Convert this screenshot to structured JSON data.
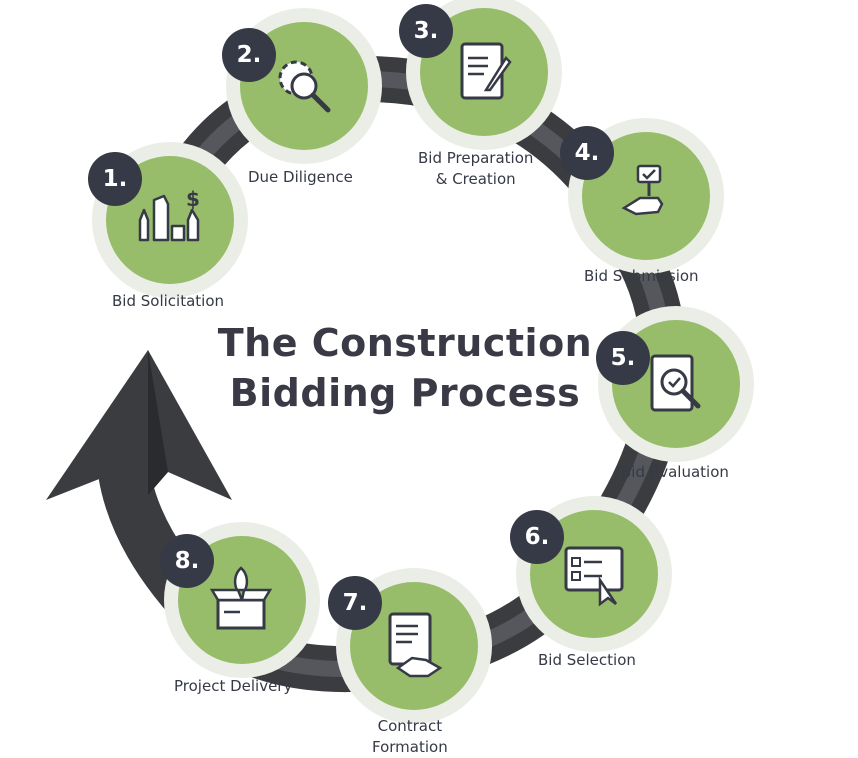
{
  "title": {
    "line1": "The Construction",
    "line2": "Bidding Process"
  },
  "colors": {
    "ring_dark": "#3b3c40",
    "ring_mid": "#55575c",
    "step_disc": "#97bd6a",
    "step_halo": "#ebeee6",
    "badge": "#363a46",
    "text": "#363a46"
  },
  "steps": [
    {
      "number": "1.",
      "label": "Bid Solicitation",
      "icon": "raised-hands-dollar-icon"
    },
    {
      "number": "2.",
      "label": "Due Diligence",
      "icon": "gear-magnifier-icon"
    },
    {
      "number": "3.",
      "label_lines": [
        "Bid Preparation",
        "& Creation"
      ],
      "icon": "scroll-quill-icon"
    },
    {
      "number": "4.",
      "label": "Bid Submission",
      "icon": "hand-holding-sign-icon"
    },
    {
      "number": "5.",
      "label": "Bid Evaluation",
      "icon": "document-magnifier-icon"
    },
    {
      "number": "6.",
      "label": "Bid Selection",
      "icon": "checklist-click-icon"
    },
    {
      "number": "7.",
      "label_lines": [
        "Contract",
        "Formation"
      ],
      "icon": "contract-handshake-icon"
    },
    {
      "number": "8.",
      "label": "Project Delivery",
      "icon": "box-rocket-icon"
    }
  ]
}
